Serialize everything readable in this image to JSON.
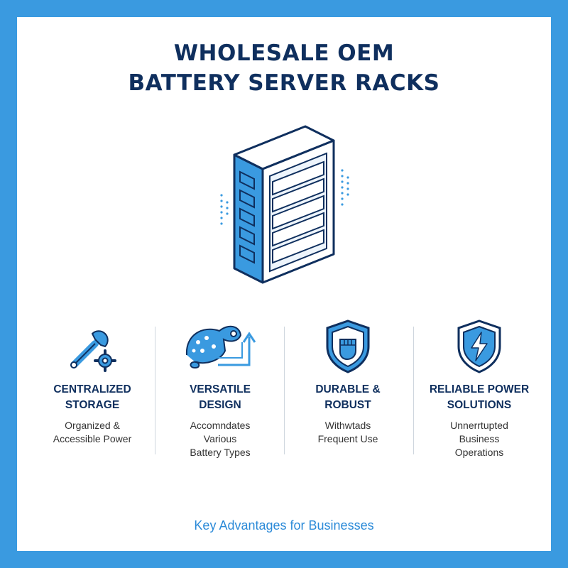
{
  "title": {
    "line1": "WHOLESALE OEM",
    "line2": "BATTERY SERVER RACKS"
  },
  "icons": {
    "hero": "server-rack-icon"
  },
  "features": [
    {
      "icon": "wrench-gear-icon",
      "heading": "CENTRALIZED\nSTORAGE",
      "description": "Organized &\nAccessible Power"
    },
    {
      "icon": "chameleon-arrow-icon",
      "heading": "VERSATILE\nDESIGN",
      "description": "Accomndates\nVarious\nBattery Types"
    },
    {
      "icon": "shield-fist-icon",
      "heading": "DURABLE &\nROBUST",
      "description": "Withwtads\nFrequent Use"
    },
    {
      "icon": "shield-bolt-icon",
      "heading": "RELIABLE POWER\nSOLUTIONS",
      "description": "Unnerrtupted\nBusiness\nOperations"
    }
  ],
  "footer": "Key Advantages for Businesses",
  "colors": {
    "frame": "#3a9ae0",
    "navy": "#0f2f5e",
    "accent": "#3a9ae0",
    "footer": "#2b8ad8"
  }
}
